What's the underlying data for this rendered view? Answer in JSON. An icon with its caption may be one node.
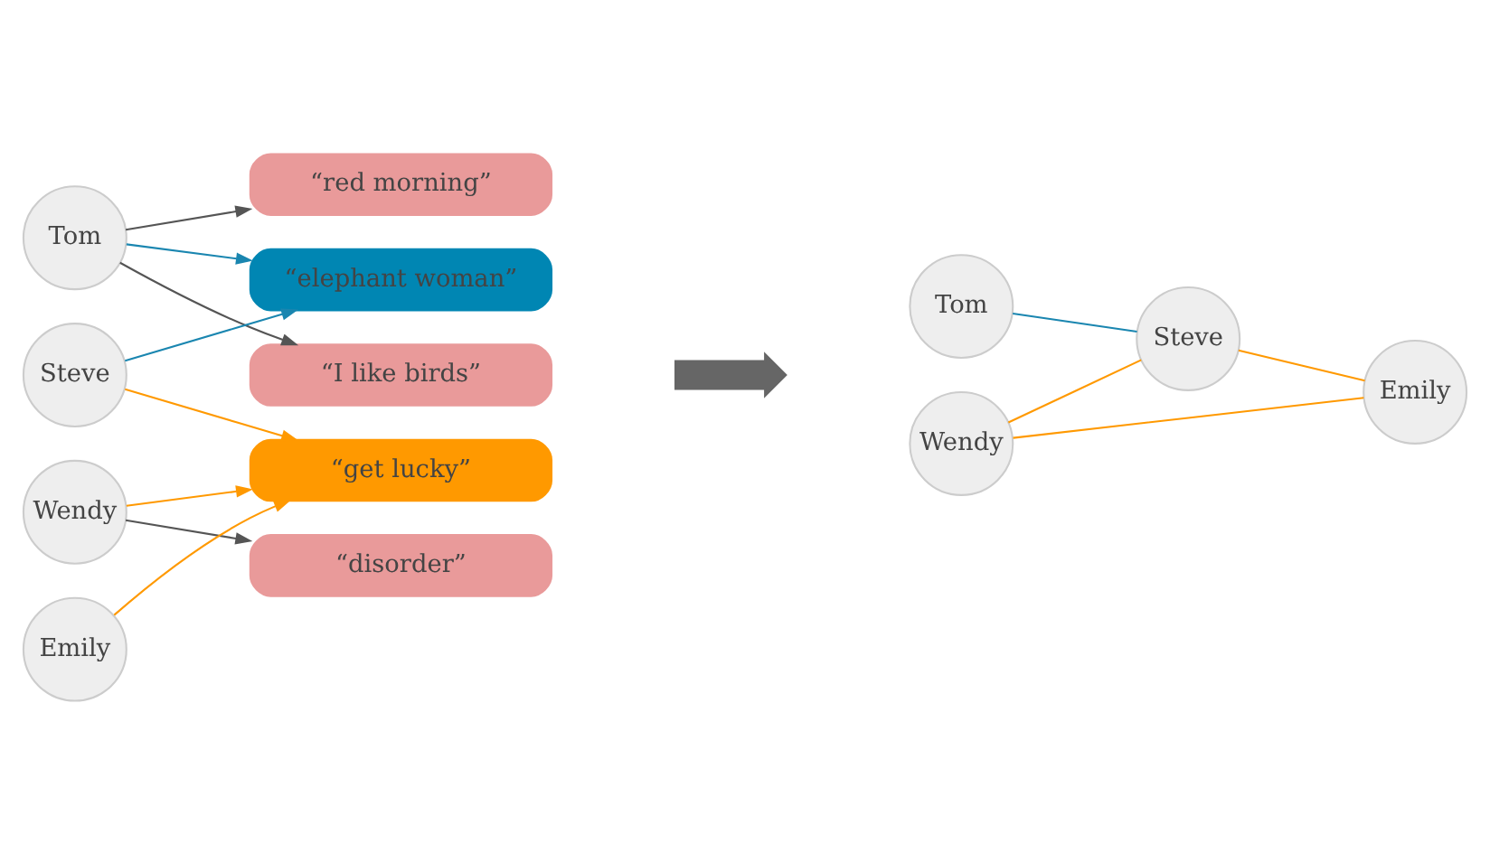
{
  "diagram": {
    "nodes": [
      {
        "text": [
          "Tom"
        ]
      },
      {
        "text": [
          "Steve"
        ]
      },
      {
        "text": [
          "Wendy"
        ]
      },
      {
        "text": [
          "Emily"
        ]
      },
      {
        "text": [
          "“red morning”"
        ]
      },
      {
        "text": [
          "“elephant woman”"
        ]
      },
      {
        "text": [
          "“I like birds”"
        ]
      },
      {
        "text": [
          "“get lucky”"
        ]
      },
      {
        "text": [
          "“disorder”"
        ]
      },
      {
        "text": [],
        "shape": "arrow"
      },
      {
        "text": [
          "Tom"
        ]
      },
      {
        "text": [
          "Steve"
        ]
      },
      {
        "text": [
          "Wendy"
        ]
      },
      {
        "text": [
          "Emily"
        ]
      }
    ],
    "edges": [
      {
        "from": 0,
        "to": 4,
        "arrow": "to",
        "color": "#555555"
      },
      {
        "from": 0,
        "to": 5,
        "arrow": "to",
        "color": "#1a86b0"
      },
      {
        "from": 0,
        "to": 6,
        "arrow": "to",
        "color": "#555555"
      },
      {
        "from": 1,
        "to": 5,
        "arrow": "to",
        "color": "#1a86b0"
      },
      {
        "from": 1,
        "to": 7,
        "arrow": "to"
      },
      {
        "from": 2,
        "to": 7,
        "arrow": "to"
      },
      {
        "from": 2,
        "to": 8,
        "arrow": "to",
        "color": "#555555"
      },
      {
        "from": 3,
        "to": 7,
        "arrow": "to"
      },
      {
        "from": 10,
        "to": 11,
        "arrow": "none",
        "color": "#1a86b0"
      },
      {
        "from": 12,
        "to": 11,
        "arrow": "none"
      },
      {
        "from": 12,
        "to": 13,
        "arrow": "none"
      },
      {
        "from": 11,
        "to": 13,
        "arrow": "none"
      }
    ]
  }
}
